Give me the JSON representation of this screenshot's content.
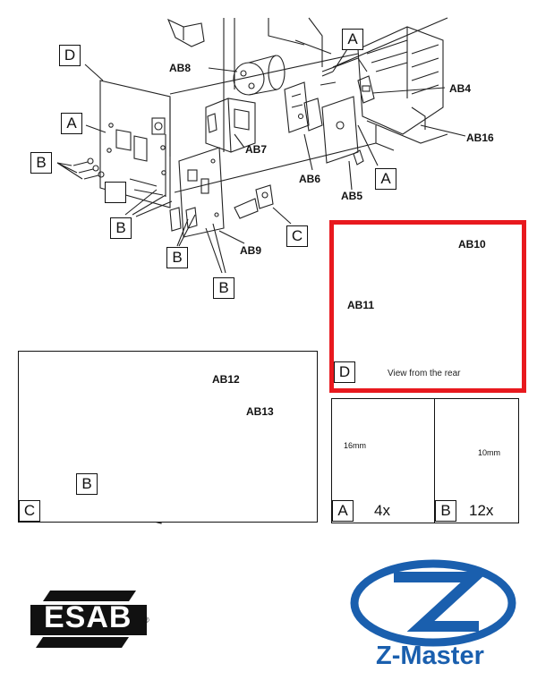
{
  "main_diagram": {
    "callouts": {
      "d_top": "D",
      "a_top": "A",
      "a_left": "A",
      "a_right": "A",
      "b_left": "B",
      "b_mid": "B",
      "b_low1": "B",
      "b_low2": "B",
      "c_main": "C"
    },
    "part_labels": {
      "ab8": "AB8",
      "ab4": "AB4",
      "ab16": "AB16",
      "ab7": "AB7",
      "ab6": "AB6",
      "ab5": "AB5",
      "ab9": "AB9"
    }
  },
  "detail_d": {
    "callout": "D",
    "caption": "View from the rear",
    "labels": {
      "ab10": "AB10",
      "ab11": "AB11"
    },
    "highlight_color": "#e8191e"
  },
  "detail_c": {
    "callout": "C",
    "screw_callout": "B",
    "labels": {
      "ab12": "AB12",
      "ab13": "AB13"
    }
  },
  "screw_a": {
    "callout": "A",
    "length": "16mm",
    "quantity": "4x"
  },
  "screw_b": {
    "callout": "B",
    "length": "10mm",
    "quantity": "12x"
  },
  "logos": {
    "esab": {
      "text": "ESAB",
      "mark": "®",
      "bg_color": "#f6e500"
    },
    "zmaster": {
      "text": "Z-Master",
      "color": "#1a5fae"
    }
  }
}
